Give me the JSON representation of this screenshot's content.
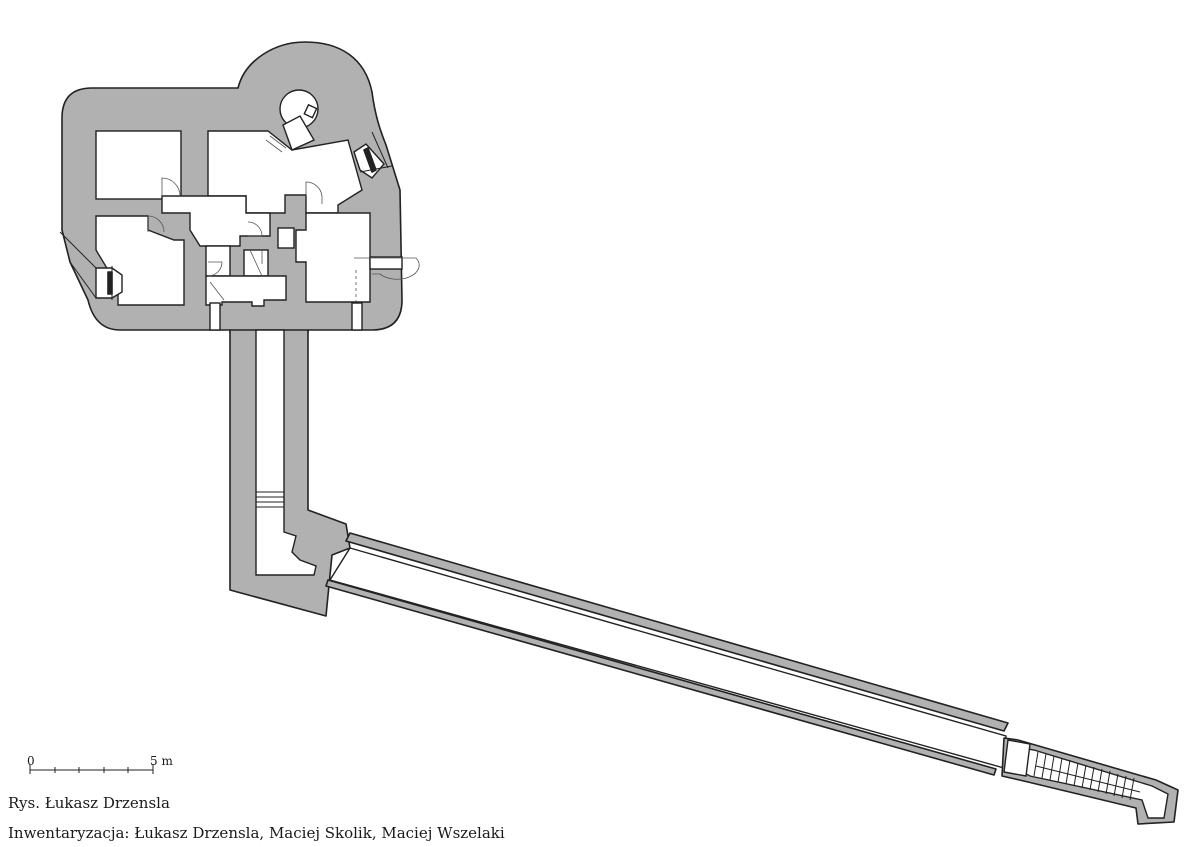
{
  "scale_bar": {
    "start_label": "0",
    "end_label": "5 m"
  },
  "credits": {
    "drawing": "Rys. Łukasz Drzensla",
    "inventory": "Inwentaryzacja: Łukasz Drzensla, Maciej Skolik, Maciej Wszelaki"
  },
  "colors": {
    "wall_fill": "#b1b1b1",
    "line": "#222222",
    "background": "#ffffff"
  }
}
